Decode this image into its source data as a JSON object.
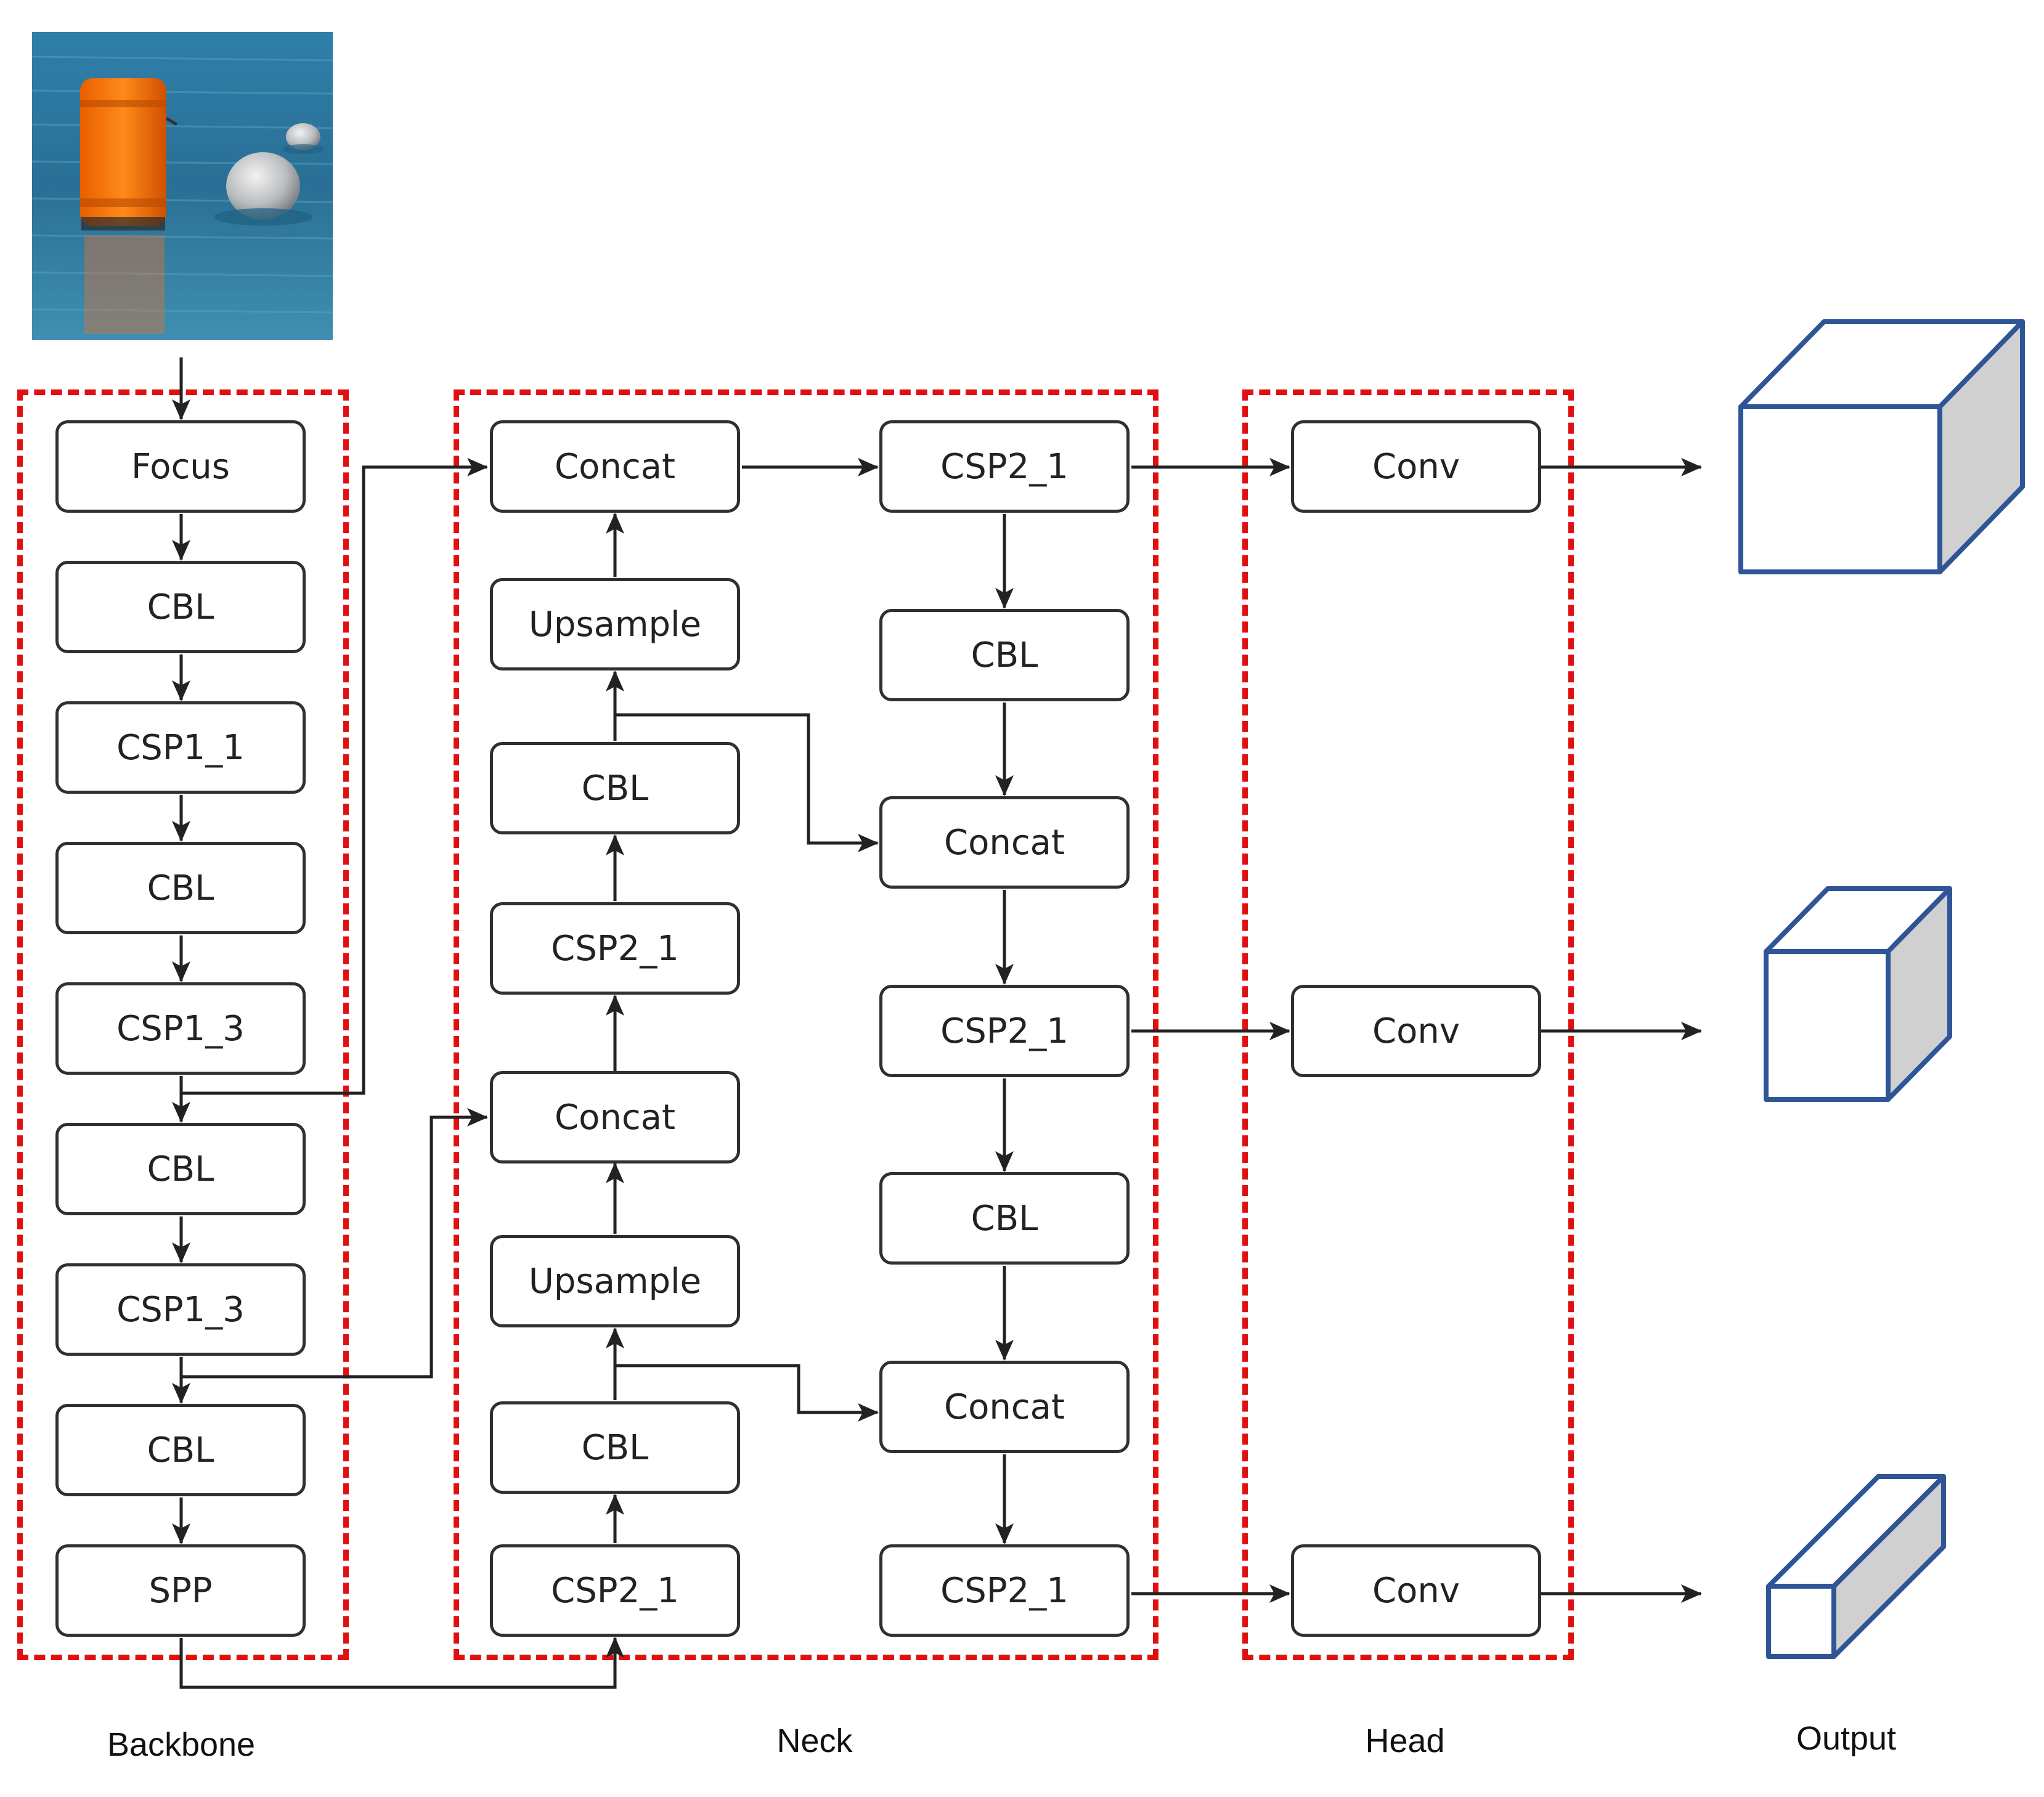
{
  "colors": {
    "group_border": "#e01010",
    "box_border": "#303030",
    "arrow": "#222222",
    "cube_edge": "#2f5597",
    "cube_side": "#d0d0d0"
  },
  "input_image": {
    "icon": "input-image-buoys-on-water"
  },
  "sections": {
    "backbone": "Backbone",
    "neck": "Neck",
    "head": "Head",
    "output": "Output"
  },
  "backbone": {
    "focus": "Focus",
    "cbl1": "CBL",
    "csp1_1": "CSP1_1",
    "cbl2": "CBL",
    "csp1_3a": "CSP1_3",
    "cbl3": "CBL",
    "csp1_3b": "CSP1_3",
    "cbl4": "CBL",
    "spp": "SPP"
  },
  "neck": {
    "concat_top": "Concat",
    "upsample_top": "Upsample",
    "cbl_a": "CBL",
    "csp2_a": "CSP2_1",
    "concat_mid": "Concat",
    "upsample_bot": "Upsample",
    "cbl_b": "CBL",
    "csp2_b": "CSP2_1",
    "csp2_r1": "CSP2_1",
    "cbl_r1": "CBL",
    "concat_r1": "Concat",
    "csp2_r2": "CSP2_1",
    "cbl_r2": "CBL",
    "concat_r2": "Concat",
    "csp2_r3": "CSP2_1"
  },
  "head": {
    "conv1": "Conv",
    "conv2": "Conv",
    "conv3": "Conv"
  },
  "output": {
    "cubes": [
      "large-output-cube",
      "medium-output-cube",
      "small-output-cube"
    ]
  }
}
